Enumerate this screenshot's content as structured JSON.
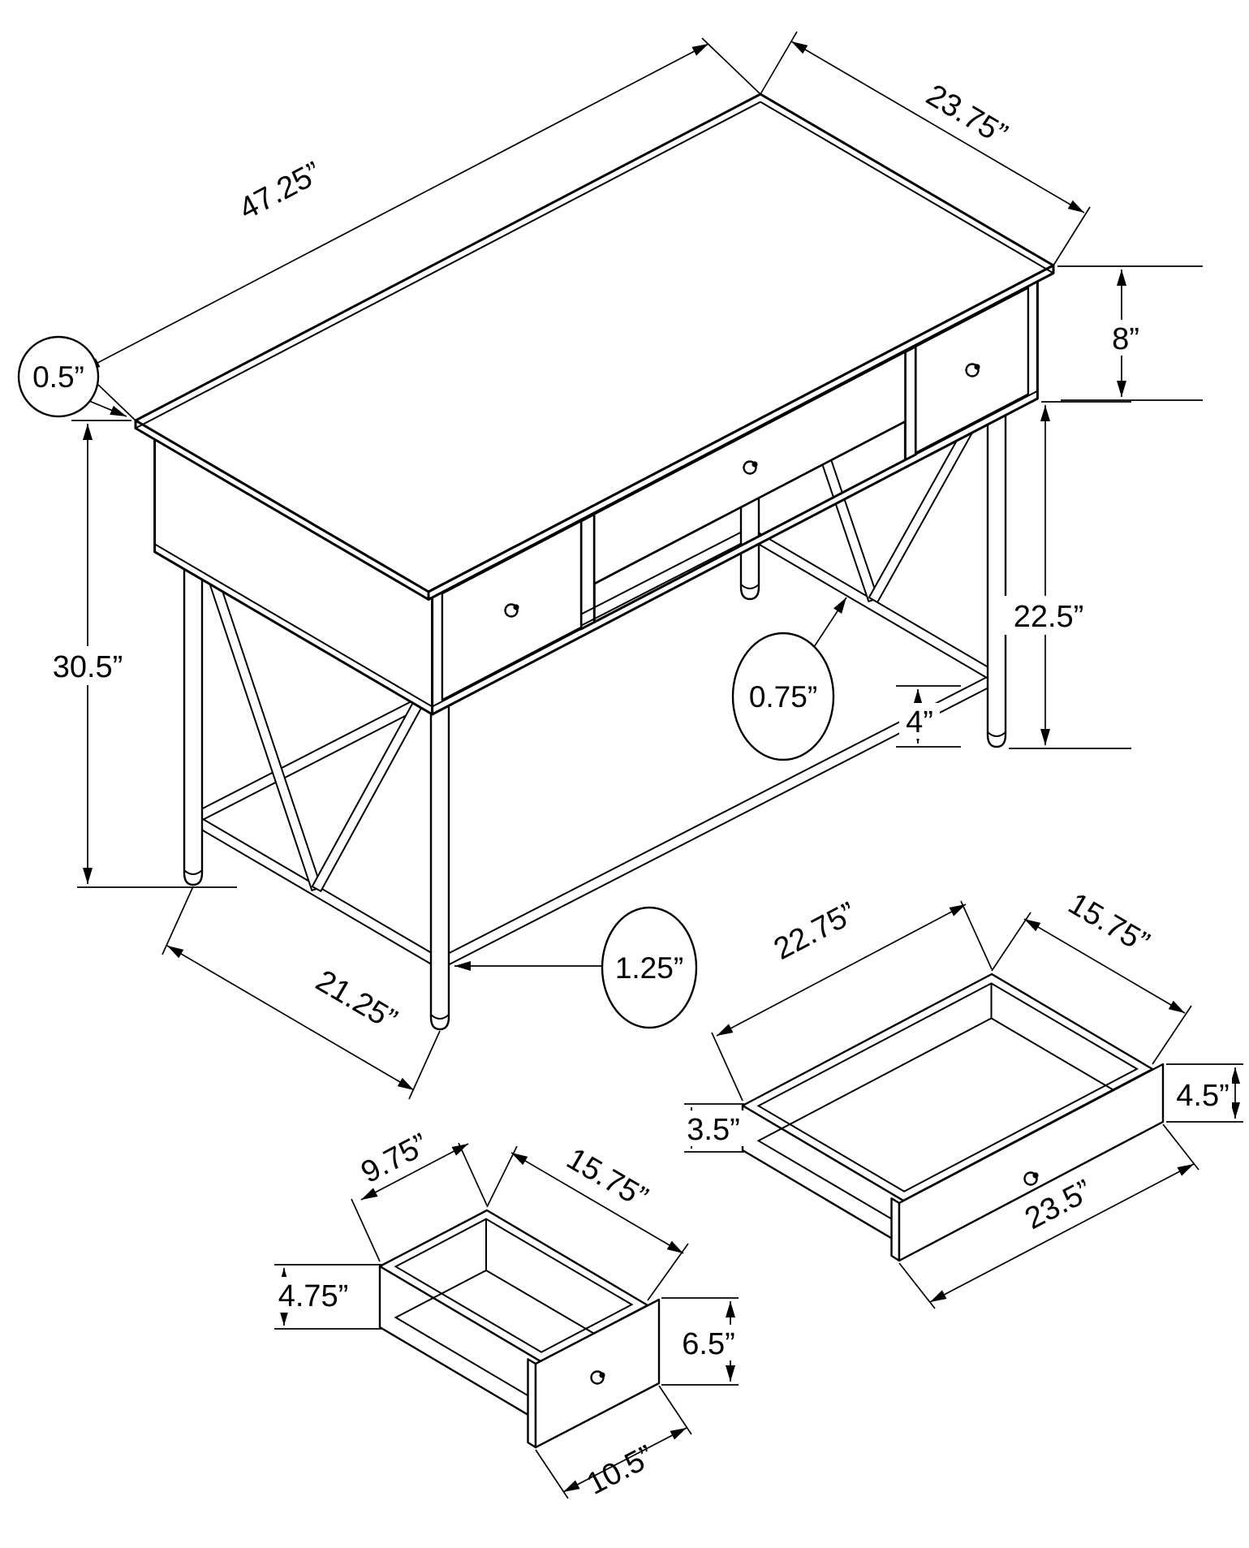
{
  "desk": {
    "width_label": "47.25”",
    "depth_label": "23.75”",
    "apron_height_label": "8”",
    "top_thickness_label": "0.5”",
    "overall_height_label": "30.5”",
    "leg_clearance_label": "22.5”",
    "rail_thickness_label": "0.75”",
    "foot_height_label": "4”",
    "leg_diameter_label": "1.25”",
    "leg_span_label": "21.25”"
  },
  "drawer_large": {
    "interior_width_label": "22.75”",
    "interior_depth_label": "15.75”",
    "back_height_label": "3.5”",
    "front_height_label": "4.5”",
    "front_width_label": "23.5”"
  },
  "drawer_small": {
    "interior_width_label": "9.75”",
    "interior_depth_label": "15.75”",
    "back_height_label": "4.75”",
    "front_height_label": "6.5”",
    "front_width_label": "10.5”"
  }
}
